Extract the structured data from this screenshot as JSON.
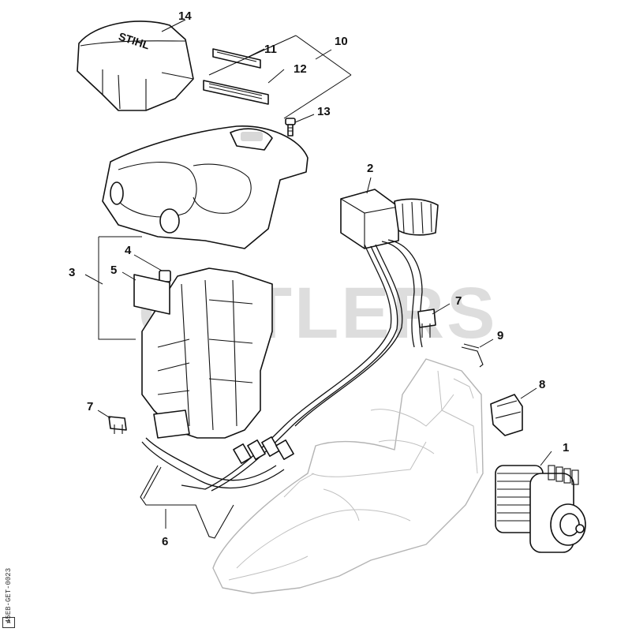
{
  "diagram": {
    "watermark": "CUTLERS",
    "side_code": "45EB-GET-0023",
    "corner_mark": "A",
    "brand_mark": "STIHL",
    "callouts": [
      {
        "id": "c1",
        "label": "1"
      },
      {
        "id": "c2",
        "label": "2"
      },
      {
        "id": "c3",
        "label": "3"
      },
      {
        "id": "c4",
        "label": "4"
      },
      {
        "id": "c5",
        "label": "5"
      },
      {
        "id": "c6",
        "label": "6"
      },
      {
        "id": "c7a",
        "label": "7"
      },
      {
        "id": "c7b",
        "label": "7"
      },
      {
        "id": "c8",
        "label": "8"
      },
      {
        "id": "c9",
        "label": "9"
      },
      {
        "id": "c10",
        "label": "10"
      },
      {
        "id": "c11",
        "label": "11"
      },
      {
        "id": "c12",
        "label": "12"
      },
      {
        "id": "c13",
        "label": "13"
      },
      {
        "id": "c14",
        "label": "14"
      }
    ]
  }
}
